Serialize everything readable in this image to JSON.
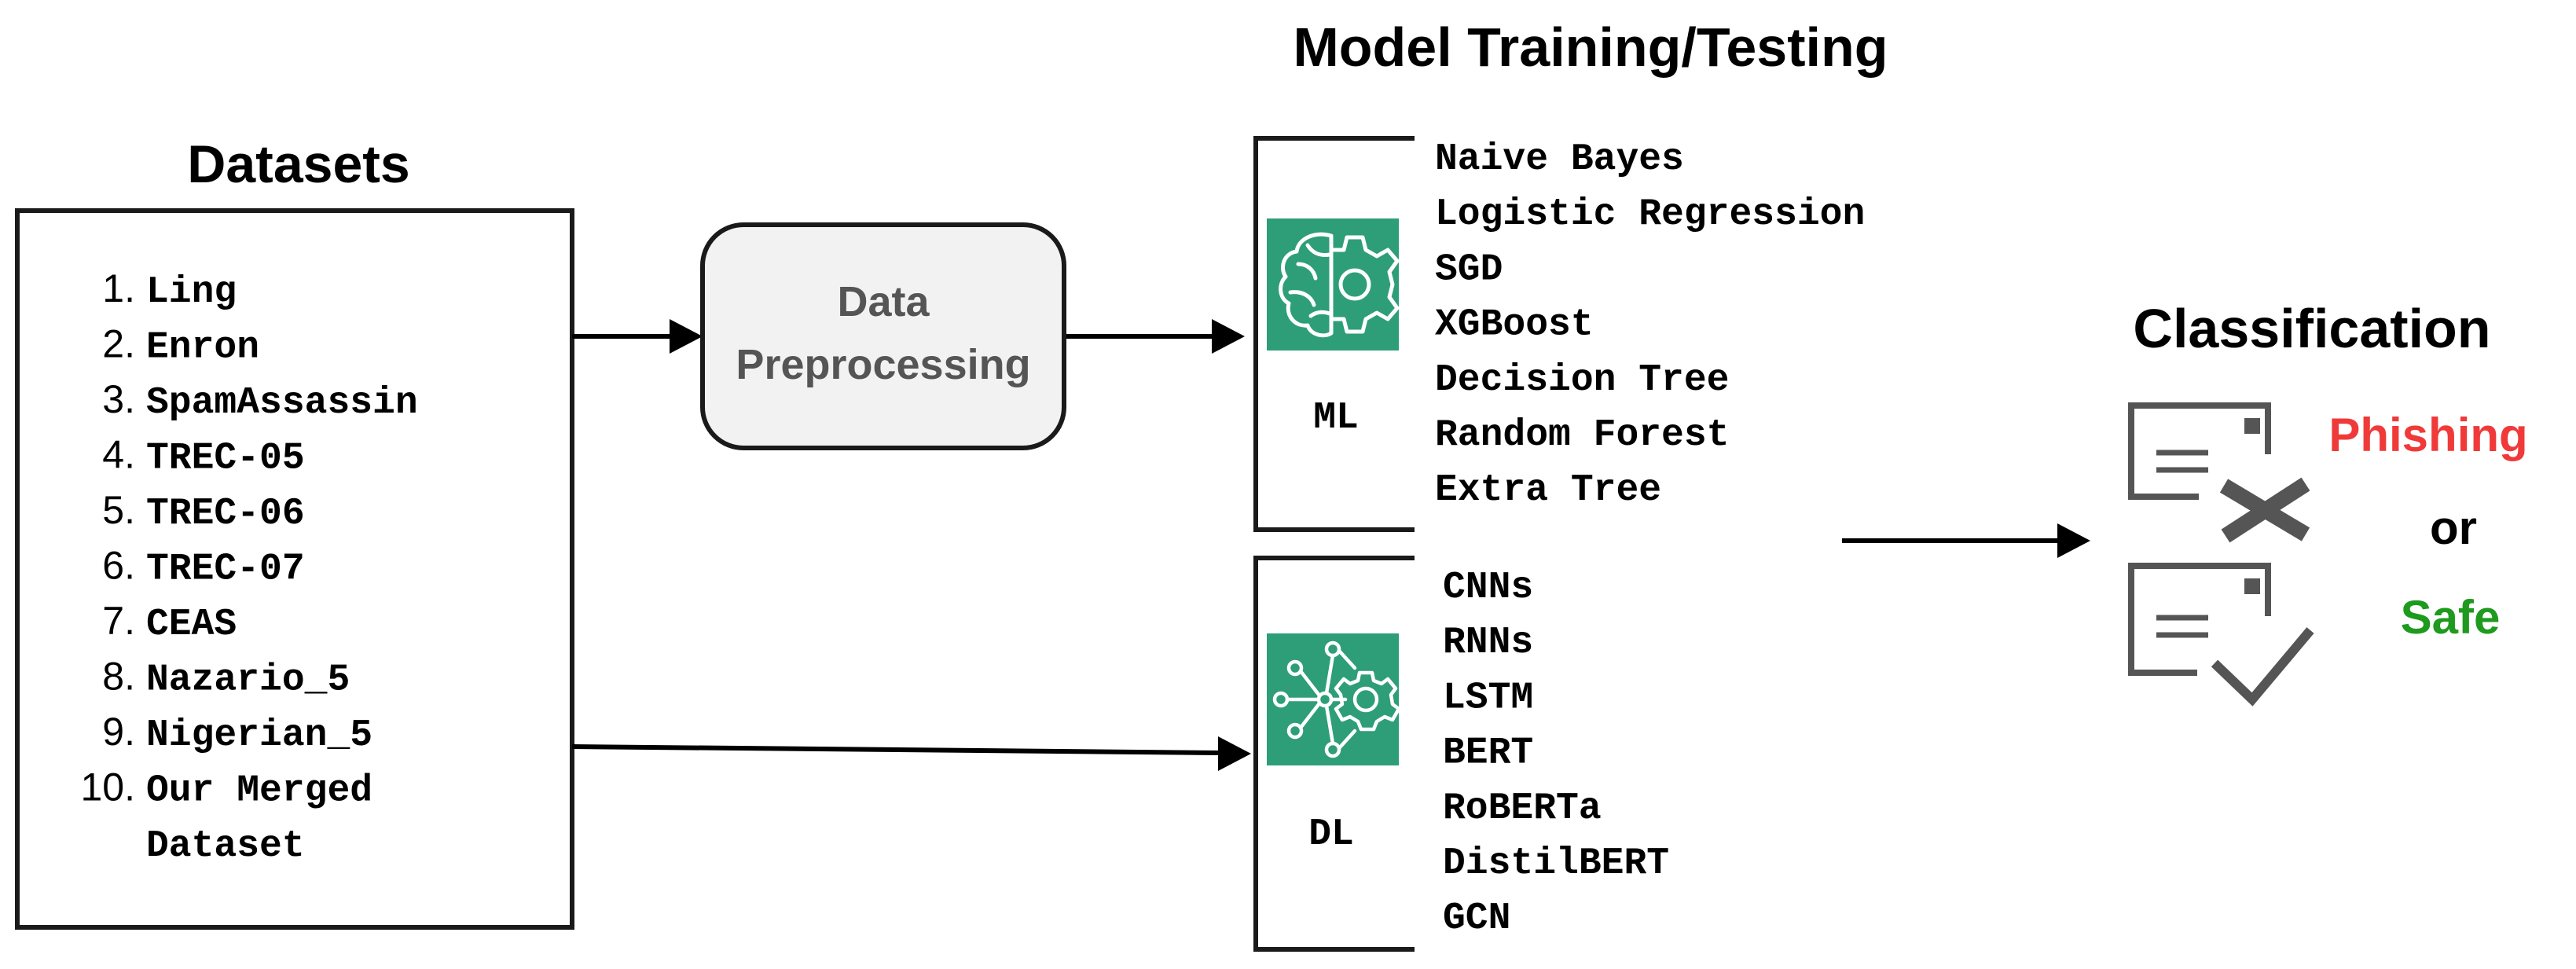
{
  "datasets": {
    "title": "Datasets",
    "items": [
      {
        "num": "1.",
        "name": "Ling"
      },
      {
        "num": "2.",
        "name": "Enron"
      },
      {
        "num": "3.",
        "name": "SpamAssassin"
      },
      {
        "num": "4.",
        "name": "TREC-05"
      },
      {
        "num": "5.",
        "name": "TREC-06"
      },
      {
        "num": "6.",
        "name": "TREC-07"
      },
      {
        "num": "7.",
        "name": "CEAS"
      },
      {
        "num": "8.",
        "name": "Nazario_5"
      },
      {
        "num": "9.",
        "name": "Nigerian_5"
      },
      {
        "num": "10.",
        "name": "Our Merged"
      }
    ],
    "item_10_line2": "Dataset"
  },
  "preprocessing": {
    "line1": "Data",
    "line2": "Preprocessing"
  },
  "model": {
    "title": "Model Training/Testing",
    "ml": {
      "label": "ML",
      "methods": [
        "Naive Bayes",
        "Logistic Regression",
        "SGD",
        "XGBoost",
        "Decision Tree",
        "Random Forest",
        "Extra Tree"
      ]
    },
    "dl": {
      "label": "DL",
      "methods": [
        "CNNs",
        "RNNs",
        "LSTM",
        "BERT",
        "RoBERTa",
        "DistilBERT",
        "GCN"
      ]
    }
  },
  "classification": {
    "title": "Classification",
    "phishing": "Phishing",
    "or": "or",
    "safe": "Safe"
  },
  "colors": {
    "phishing": "#f03a3a",
    "safe": "#1e9a1e",
    "icon_green": "#2e9e78",
    "preprocess_fill": "#f2f2f2",
    "email_icon": "#555555"
  },
  "icons": {
    "ml": "brain-gear-icon",
    "dl": "neural-network-gear-icon",
    "phishing": "email-rejected-icon",
    "safe": "email-approved-icon"
  }
}
